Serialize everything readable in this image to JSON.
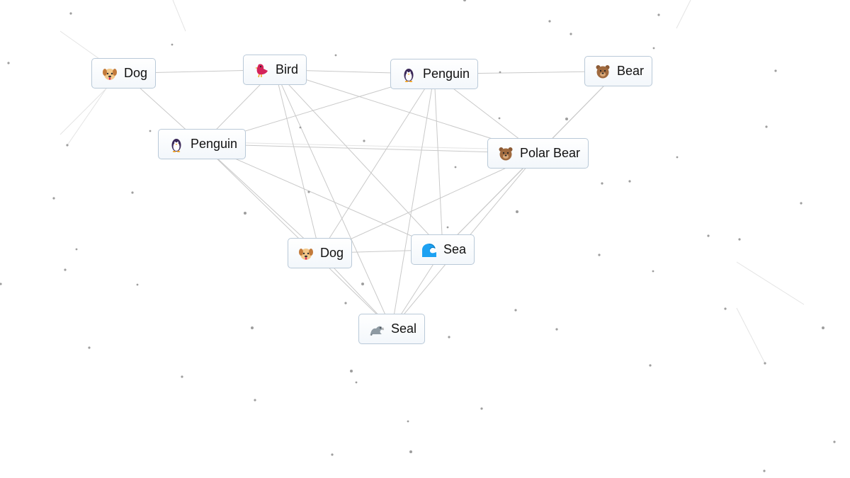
{
  "elements": [
    {
      "id": "dog-1",
      "label": "Dog",
      "icon": "dog-face-icon"
    },
    {
      "id": "bird-1",
      "label": "Bird",
      "icon": "bird-icon"
    },
    {
      "id": "penguin-1",
      "label": "Penguin",
      "icon": "penguin-icon"
    },
    {
      "id": "bear-1",
      "label": "Bear",
      "icon": "bear-face-icon"
    },
    {
      "id": "penguin-2",
      "label": "Penguin",
      "icon": "penguin-icon"
    },
    {
      "id": "polar-bear-1",
      "label": "Polar Bear",
      "icon": "bear-face-icon"
    },
    {
      "id": "dog-2",
      "label": "Dog",
      "icon": "dog-face-icon"
    },
    {
      "id": "sea-1",
      "label": "Sea",
      "icon": "wave-icon"
    },
    {
      "id": "seal-1",
      "label": "Seal",
      "icon": "seal-icon"
    }
  ],
  "connections": [
    [
      "dog-1",
      "bird-1"
    ],
    [
      "bird-1",
      "penguin-1"
    ],
    [
      "penguin-1",
      "bear-1"
    ],
    [
      "dog-1",
      "penguin-2"
    ],
    [
      "bird-1",
      "penguin-2"
    ],
    [
      "penguin-1",
      "penguin-2"
    ],
    [
      "penguin-1",
      "polar-bear-1"
    ],
    [
      "bird-1",
      "polar-bear-1"
    ],
    [
      "bear-1",
      "polar-bear-1"
    ],
    [
      "penguin-2",
      "dog-2"
    ],
    [
      "penguin-2",
      "sea-1"
    ],
    [
      "penguin-2",
      "polar-bear-1"
    ],
    [
      "bird-1",
      "dog-2"
    ],
    [
      "bird-1",
      "sea-1"
    ],
    [
      "bird-1",
      "seal-1"
    ],
    [
      "penguin-1",
      "dog-2"
    ],
    [
      "penguin-1",
      "sea-1"
    ],
    [
      "penguin-1",
      "seal-1"
    ],
    [
      "polar-bear-1",
      "dog-2"
    ],
    [
      "polar-bear-1",
      "sea-1"
    ],
    [
      "polar-bear-1",
      "seal-1"
    ],
    [
      "bear-1",
      "sea-1"
    ],
    [
      "dog-2",
      "sea-1"
    ],
    [
      "dog-2",
      "seal-1"
    ],
    [
      "sea-1",
      "seal-1"
    ],
    [
      "penguin-2",
      "seal-1"
    ]
  ]
}
